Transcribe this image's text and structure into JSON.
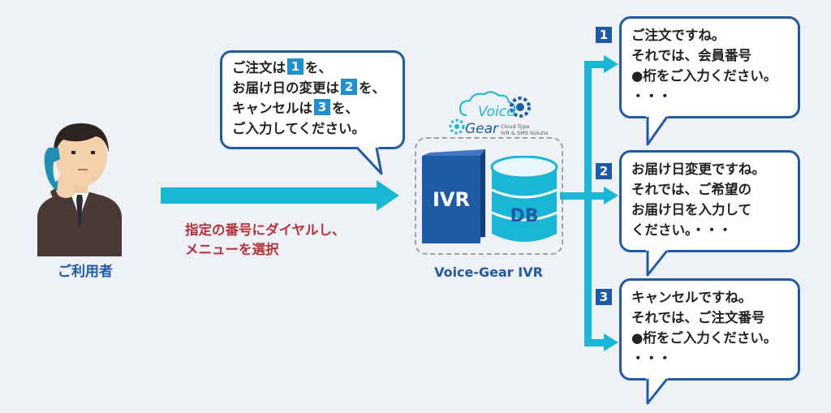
{
  "colors": {
    "navy": "#1f5aa6",
    "cyan": "#1ab6d6",
    "red": "#b8323b",
    "bg": "#eef1f5"
  },
  "user": {
    "label": "ご利用者",
    "icon": "caller-with-phone-icon"
  },
  "instruction": {
    "line1": "指定の番号にダイヤルし、",
    "line2": "メニューを選択"
  },
  "prompt_bubble": {
    "line1_a": "ご注文は",
    "line1_num": "1",
    "line1_b": "を、",
    "line2_a": "お届け日の変更は",
    "line2_num": "2",
    "line2_b": "を、",
    "line3_a": "キャンセルは",
    "line3_num": "3",
    "line3_b": "を、",
    "line4": "ご入力してください。"
  },
  "system": {
    "label": "Voice-Gear IVR",
    "ivr_label": "IVR",
    "db_label": "DB",
    "logo": {
      "word1": "Voice",
      "word2": "Gear",
      "sub1": "Cloud Type",
      "sub2": "IVR & SMS Solution"
    }
  },
  "responses": [
    {
      "num": "1",
      "lines": [
        "ご注文ですね。",
        "それでは、会員番号",
        "●桁をご入力ください。",
        "・・・"
      ]
    },
    {
      "num": "2",
      "lines": [
        "お届け日変更ですね。",
        "それでは、ご希望の",
        "お届け日を入力して",
        "ください。・・・"
      ]
    },
    {
      "num": "3",
      "lines": [
        "キャンセルですね。",
        "それでは、ご注文番号",
        "●桁をご入力ください。",
        "・・・"
      ]
    }
  ]
}
